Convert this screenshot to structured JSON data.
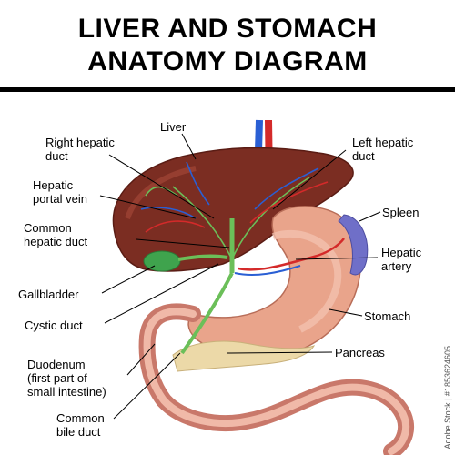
{
  "header": {
    "title_line1": "LIVER AND STOMACH",
    "title_line2": "ANATOMY DIAGRAM"
  },
  "labels": {
    "liver": "Liver",
    "right_hepatic_duct": [
      "Right hepatic",
      "duct"
    ],
    "left_hepatic_duct": [
      "Left hepatic",
      "duct"
    ],
    "hepatic_portal_vein": [
      "Hepatic",
      "portal vein"
    ],
    "spleen": "Spleen",
    "common_hepatic_duct": [
      "Common",
      "hepatic duct"
    ],
    "hepatic_artery": [
      "Hepatic",
      "artery"
    ],
    "gallbladder": "Gallbladder",
    "cystic_duct": "Cystic duct",
    "stomach": "Stomach",
    "duodenum": [
      "Duodenum",
      "(first part of",
      "small intestine)"
    ],
    "pancreas": "Pancreas",
    "common_bile_duct": [
      "Common",
      "bile duct"
    ]
  },
  "watermark": "Adobe Stock | #1853624605",
  "colors": {
    "liver": "#7b2d22",
    "stomach": "#e9a48b",
    "intestine": "#c9786a",
    "pancreas": "#ecd9a8",
    "gallbladder": "#3fa34d",
    "duct": "#6bbf59",
    "artery": "#d42a2a",
    "vein": "#2a5fd4",
    "spleen": "#6f6fc8"
  }
}
